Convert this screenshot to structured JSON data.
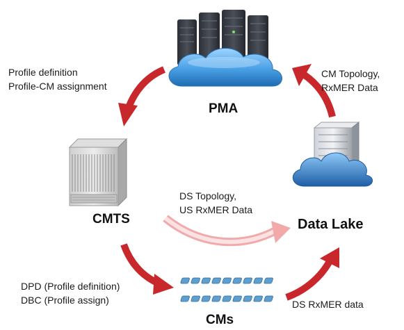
{
  "nodes": {
    "pma": "PMA",
    "cmts": "CMTS",
    "data_lake": "Data Lake",
    "cms": "CMs"
  },
  "edges": {
    "pma_to_cmts": [
      "Profile definition",
      "Profile-CM assignment"
    ],
    "lake_to_pma": [
      "CM Topology,",
      "RxMER Data"
    ],
    "cmts_to_lake": [
      "DS Topology,",
      "US RxMER Data"
    ],
    "cmts_to_cms": [
      "DPD (Profile definition)",
      "DBC (Profile assign)"
    ],
    "cms_to_lake": [
      "DS RxMER data"
    ]
  },
  "colors": {
    "arrow": "#c8282c",
    "arrow_light": "#f2b3b3",
    "cloud": "#5aa9e6",
    "server": "#3b3f47",
    "modem": "#5f9fcf"
  }
}
